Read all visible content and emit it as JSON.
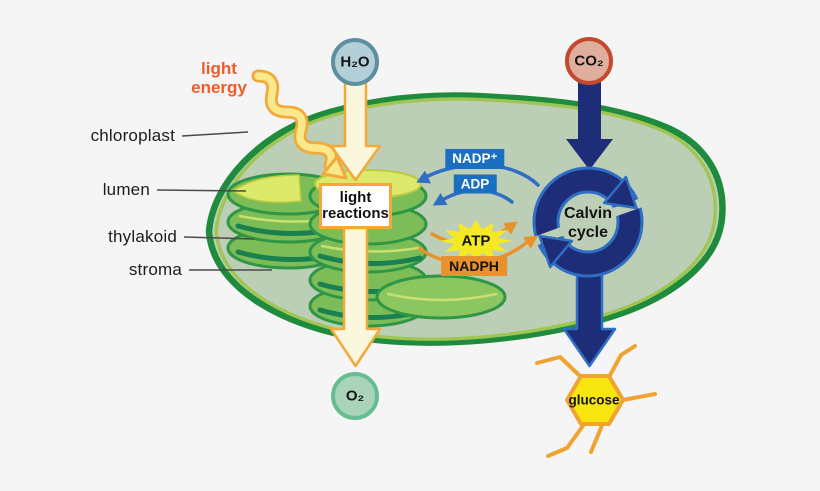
{
  "palette": {
    "background": "#f5f5f5",
    "chloroplast_border": "#1f8b3d",
    "chloroplast_inner_line": "#9fc653",
    "stroma_fill": "#bccfb6",
    "thylakoid_fill": "#7cbd58",
    "thylakoid_fill_light": "#8cc661",
    "thylakoid_outline": "#2e9644",
    "thylakoid_shadow": "#1a8050",
    "thylakoid_highlight": "#c9e06e",
    "stack_top_fill": "#dce96d",
    "lumen_fill": "#dde96a",
    "lumen_edge": "#b9cc3f",
    "cream_arrow_fill": "#faf7dc",
    "cream_arrow_border": "#f2a93b",
    "wavy_arrow_fill": "#f9e98c",
    "navy_arrow": "#1d2d78",
    "navy_outline": "#2f6ec2",
    "blue_label_bg": "#1b6fc0",
    "orange_label_bg": "#e8912d",
    "atp_star_fill": "#f5e926",
    "glucose_fill": "#f6e50e",
    "glucose_border": "#f0a330",
    "h2o_fill": "#b3cfd8",
    "h2o_border": "#5d8fa0",
    "co2_fill": "#dfae9d",
    "co2_border": "#c4492e",
    "o2_fill": "#a9d4ba",
    "o2_border": "#67bd92",
    "light_energy_color": "#f15a29"
  },
  "structure_labels": {
    "chloroplast": "chloroplast",
    "lumen": "lumen",
    "thylakoid": "thylakoid",
    "stroma": "stroma"
  },
  "energy": {
    "light_energy": "light energy"
  },
  "molecules": {
    "h2o": "H₂O",
    "co2": "CO₂",
    "o2": "O₂",
    "glucose": "glucose"
  },
  "processes": {
    "light_reactions": "light reactions",
    "calvin_cycle": "Calvin cycle"
  },
  "carriers": {
    "nadp_plus": "NADP⁺",
    "adp": "ADP",
    "atp": "ATP",
    "nadph": "NADPH"
  }
}
